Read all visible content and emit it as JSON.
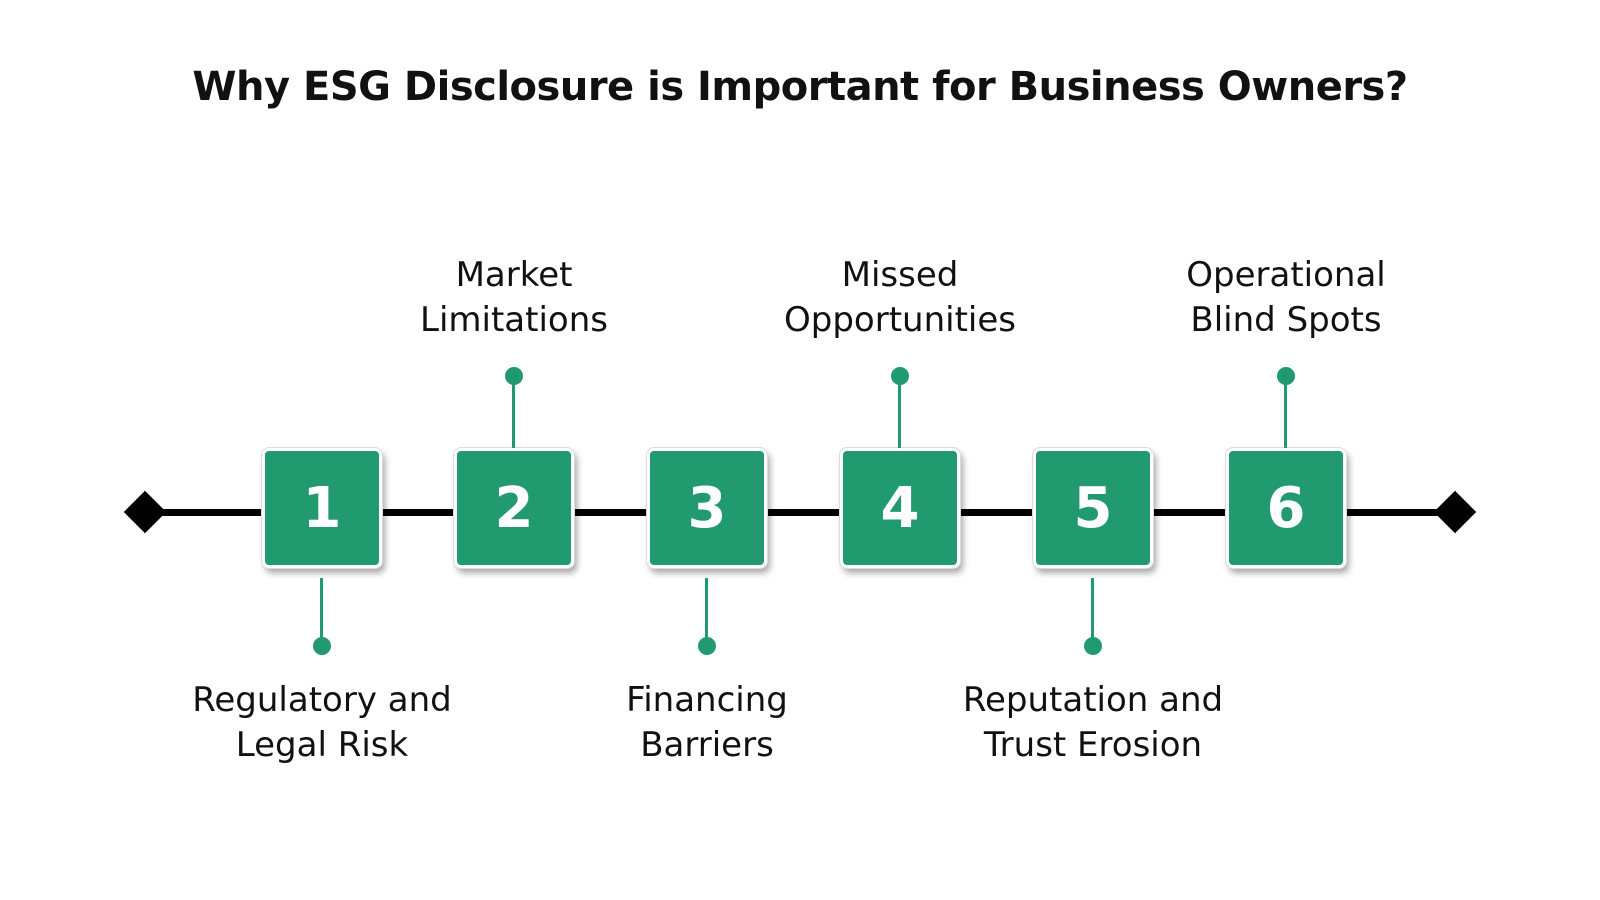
{
  "title": "Why ESG Disclosure is Important for Business Owners?",
  "colors": {
    "accent": "#229a70",
    "line": "#000000",
    "text": "#111111"
  },
  "steps": [
    {
      "number": "1",
      "label_line1": "Regulatory and",
      "label_line2": "Legal Risk",
      "position": "below"
    },
    {
      "number": "2",
      "label_line1": "Market",
      "label_line2": "Limitations",
      "position": "above"
    },
    {
      "number": "3",
      "label_line1": "Financing",
      "label_line2": "Barriers",
      "position": "below"
    },
    {
      "number": "4",
      "label_line1": "Missed",
      "label_line2": "Opportunities",
      "position": "above"
    },
    {
      "number": "5",
      "label_line1": "Reputation and",
      "label_line2": "Trust Erosion",
      "position": "below"
    },
    {
      "number": "6",
      "label_line1": "Operational",
      "label_line2": "Blind Spots",
      "position": "above"
    }
  ]
}
